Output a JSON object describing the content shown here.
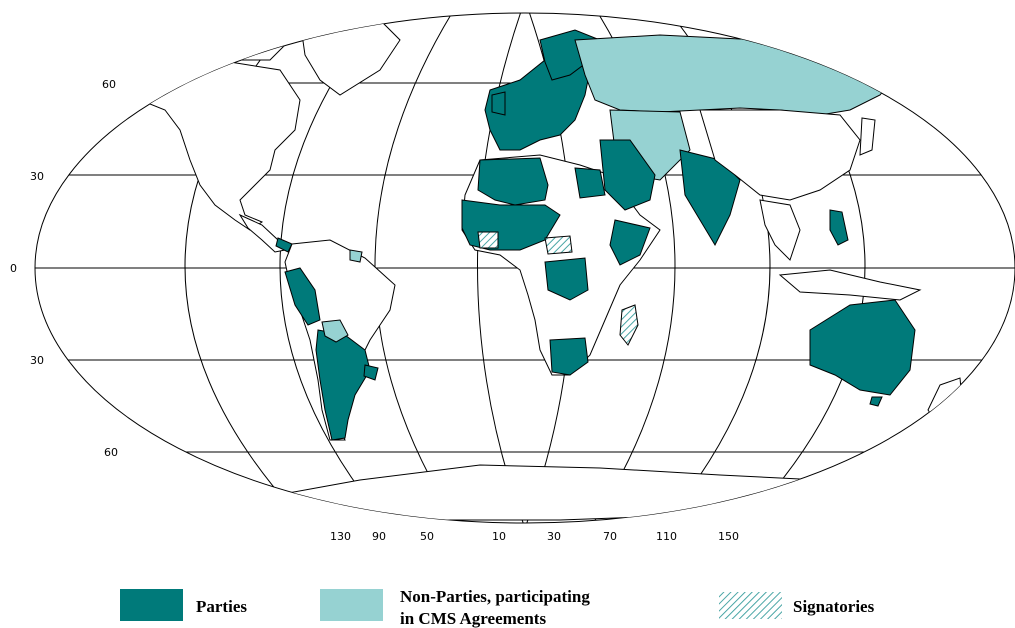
{
  "latitude_labels": [
    "60",
    "30",
    "0",
    "30",
    "60"
  ],
  "longitude_labels": [
    "130",
    "90",
    "50",
    "10",
    "30",
    "70",
    "110",
    "150"
  ],
  "legend": {
    "parties": {
      "label": "Parties",
      "color": "#007a7a"
    },
    "non_parties": {
      "label_line1": "Non-Parties, participating",
      "label_line2": "in CMS Agreements",
      "color": "#96d2d2"
    },
    "signatories": {
      "label": "Signatories",
      "color": "#4aa6a6"
    }
  },
  "colors": {
    "parties": "#007a7a",
    "non_parties": "#96d2d2",
    "signatory_hatch": "#4aa6a6",
    "outline": "#000000"
  }
}
